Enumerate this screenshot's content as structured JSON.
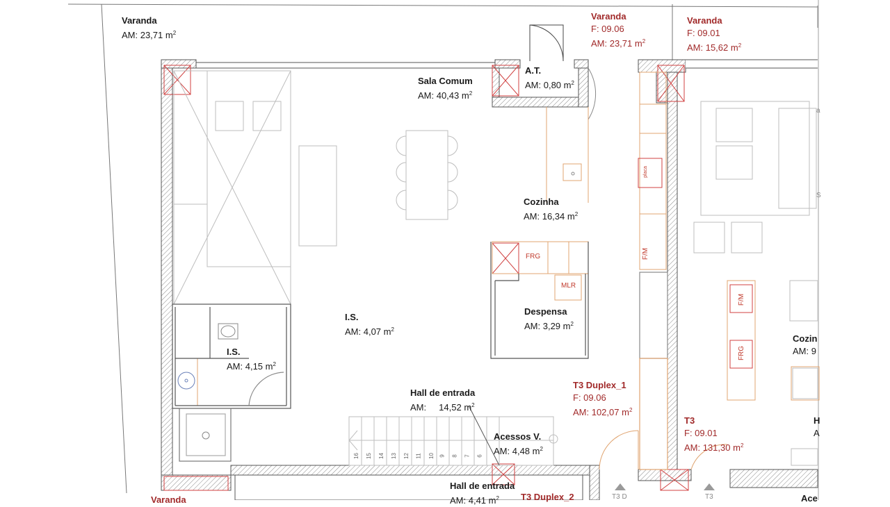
{
  "rooms": [
    {
      "id": "varanda-1",
      "name": "Varanda",
      "lines": [
        "AM: 23,71 m"
      ],
      "sup": true,
      "color": "dark"
    },
    {
      "id": "varanda-2",
      "name": "Varanda",
      "lines": [
        "F: 09.06",
        "AM: 23,71 m"
      ],
      "sup": true,
      "color": "red"
    },
    {
      "id": "varanda-3",
      "name": "Varanda",
      "lines": [
        "F: 09.01",
        "AM: 15,62 m"
      ],
      "sup": true,
      "color": "red"
    },
    {
      "id": "sala-comum",
      "name": "Sala Comum",
      "lines": [
        "AM: 40,43 m"
      ],
      "sup": true,
      "color": "dark"
    },
    {
      "id": "at",
      "name": "A.T.",
      "lines": [
        "AM: 0,80 m"
      ],
      "sup": true,
      "color": "dark"
    },
    {
      "id": "cozinha",
      "name": "Cozinha",
      "lines": [
        "AM: 16,34 m"
      ],
      "sup": true,
      "color": "dark"
    },
    {
      "id": "despensa",
      "name": "Despensa",
      "lines": [
        "AM: 3,29 m"
      ],
      "sup": true,
      "color": "dark"
    },
    {
      "id": "is-1",
      "name": "I.S.",
      "lines": [
        "AM: 4,07 m"
      ],
      "sup": true,
      "color": "dark"
    },
    {
      "id": "is-2",
      "name": "I.S.",
      "lines": [
        "AM: 4,15 m"
      ],
      "sup": true,
      "color": "dark"
    },
    {
      "id": "hall-1",
      "name": "Hall de entrada",
      "lines": [
        "AM:     14,52 m"
      ],
      "sup": true,
      "color": "dark"
    },
    {
      "id": "acessos",
      "name": "Acessos V.",
      "lines": [
        "AM: 4,48 m"
      ],
      "sup": true,
      "color": "dark"
    },
    {
      "id": "t3-duplex-1",
      "name": "T3 Duplex_1",
      "lines": [
        "F: 09.06",
        "AM: 102,07 m"
      ],
      "sup": true,
      "color": "red"
    },
    {
      "id": "t3",
      "name": "T3",
      "lines": [
        "F: 09.01",
        "AM: 131,30 m"
      ],
      "sup": true,
      "color": "red"
    },
    {
      "id": "hall-2",
      "name": "Hall de entrada",
      "lines": [
        "AM: 4,41 m"
      ],
      "sup": true,
      "color": "dark"
    },
    {
      "id": "t3-duplex-2",
      "name": "T3 Duplex_2",
      "lines": [],
      "sup": false,
      "color": "red"
    },
    {
      "id": "cozin-cut",
      "name": "Cozin",
      "lines": [
        "AM: 9"
      ],
      "sup": false,
      "color": "dark"
    },
    {
      "id": "varanda-cut",
      "name": "Varanda",
      "lines": [],
      "sup": false,
      "color": "red"
    },
    {
      "id": "h-cut",
      "name": "H",
      "lines": [
        "A"
      ],
      "sup": false,
      "color": "dark"
    },
    {
      "id": "ace-cut",
      "name": "Ace",
      "lines": [],
      "sup": false,
      "color": "dark"
    }
  ],
  "appliances": {
    "frg_1": "FRG",
    "mlr": "MLR",
    "fm_1": "F/M",
    "fm_2": "F/M",
    "frg_2": "FRG",
    "placa": "placa"
  },
  "stairs": {
    "steps": [
      "16",
      "15",
      "14",
      "13",
      "12",
      "11",
      "10",
      "9",
      "8",
      "7",
      "6"
    ]
  },
  "markers": {
    "t3d": "T3 D",
    "t3": "T3"
  },
  "edge_glyphs": {
    "a": "a",
    "s": "S"
  }
}
